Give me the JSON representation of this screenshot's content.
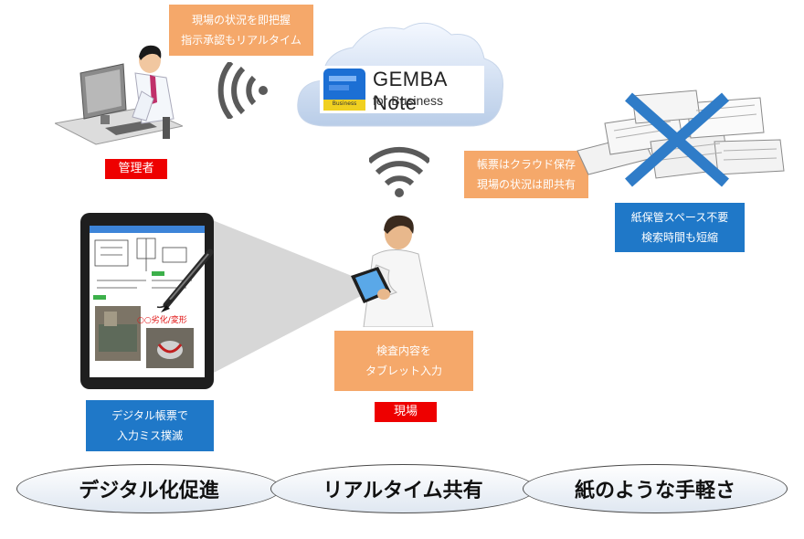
{
  "callouts": {
    "manager_note": {
      "line1": "現場の状況を即把握",
      "line2": "指示承認もリアルタイム"
    },
    "cloud_note": {
      "line1": "帳票はクラウド保存",
      "line2": "現場の状況は即共有"
    },
    "paper_note": {
      "line1": "紙保管スペース不要",
      "line2": "検索時間も短縮"
    },
    "inspection_note": {
      "line1": "検査内容を",
      "line2": "タブレット入力"
    },
    "digital_note": {
      "line1": "デジタル帳票で",
      "line2": "入力ミス撲滅"
    }
  },
  "labels": {
    "manager": "管理者",
    "site": "現場"
  },
  "brand": {
    "name": "GEMBA Note",
    "sub": "for Business",
    "badge": "Business"
  },
  "tablet": {
    "handwriting": "○○劣化/変形"
  },
  "pillars": [
    "デジタル化促進",
    "リアルタイム共有",
    "紙のような手軽さ"
  ],
  "colors": {
    "orange": "#f5a86a",
    "blue": "#1f78c8",
    "red": "#ee0000",
    "wifi": "#5a5a5a",
    "cross": "#2f7cc8"
  },
  "icons": [
    "cloud-icon",
    "wifi-icon",
    "manager-illustration",
    "worker-illustration",
    "tablet-illustration",
    "paper-pile-icon",
    "cross-icon",
    "gemba-note-logo-icon"
  ]
}
